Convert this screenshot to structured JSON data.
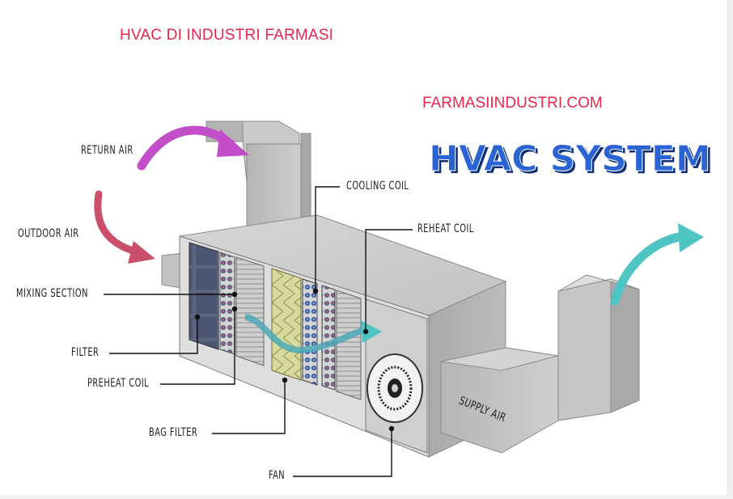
{
  "header": {
    "title": "HVAC DI INDUSTRI FARMASI",
    "site": "FARMASIINDUSTRI.COM",
    "logo_text": "HVAC SYSTEM"
  },
  "colors": {
    "title_red": "#e8264a",
    "logo_blue": "#1d4fb4",
    "return_air_arrow": "#c24fc9",
    "outdoor_air_arrow": "#c94f6a",
    "supply_air_arrow": "#4fc4c4",
    "duct_gray": "#bcbcbc"
  },
  "labels": {
    "return_air": "RETURN AIR",
    "outdoor_air": "OUTDOOR AIR",
    "mixing_section": "MIXING SECTION",
    "filter": "FILTER",
    "preheat_coil": "PREHEAT COIL",
    "bag_filter": "BAG FILTER",
    "fan": "FAN",
    "cooling_coil": "COOLING COIL",
    "reheat_coil": "REHEAT COIL",
    "supply_air": "SUPPLY AIR"
  }
}
